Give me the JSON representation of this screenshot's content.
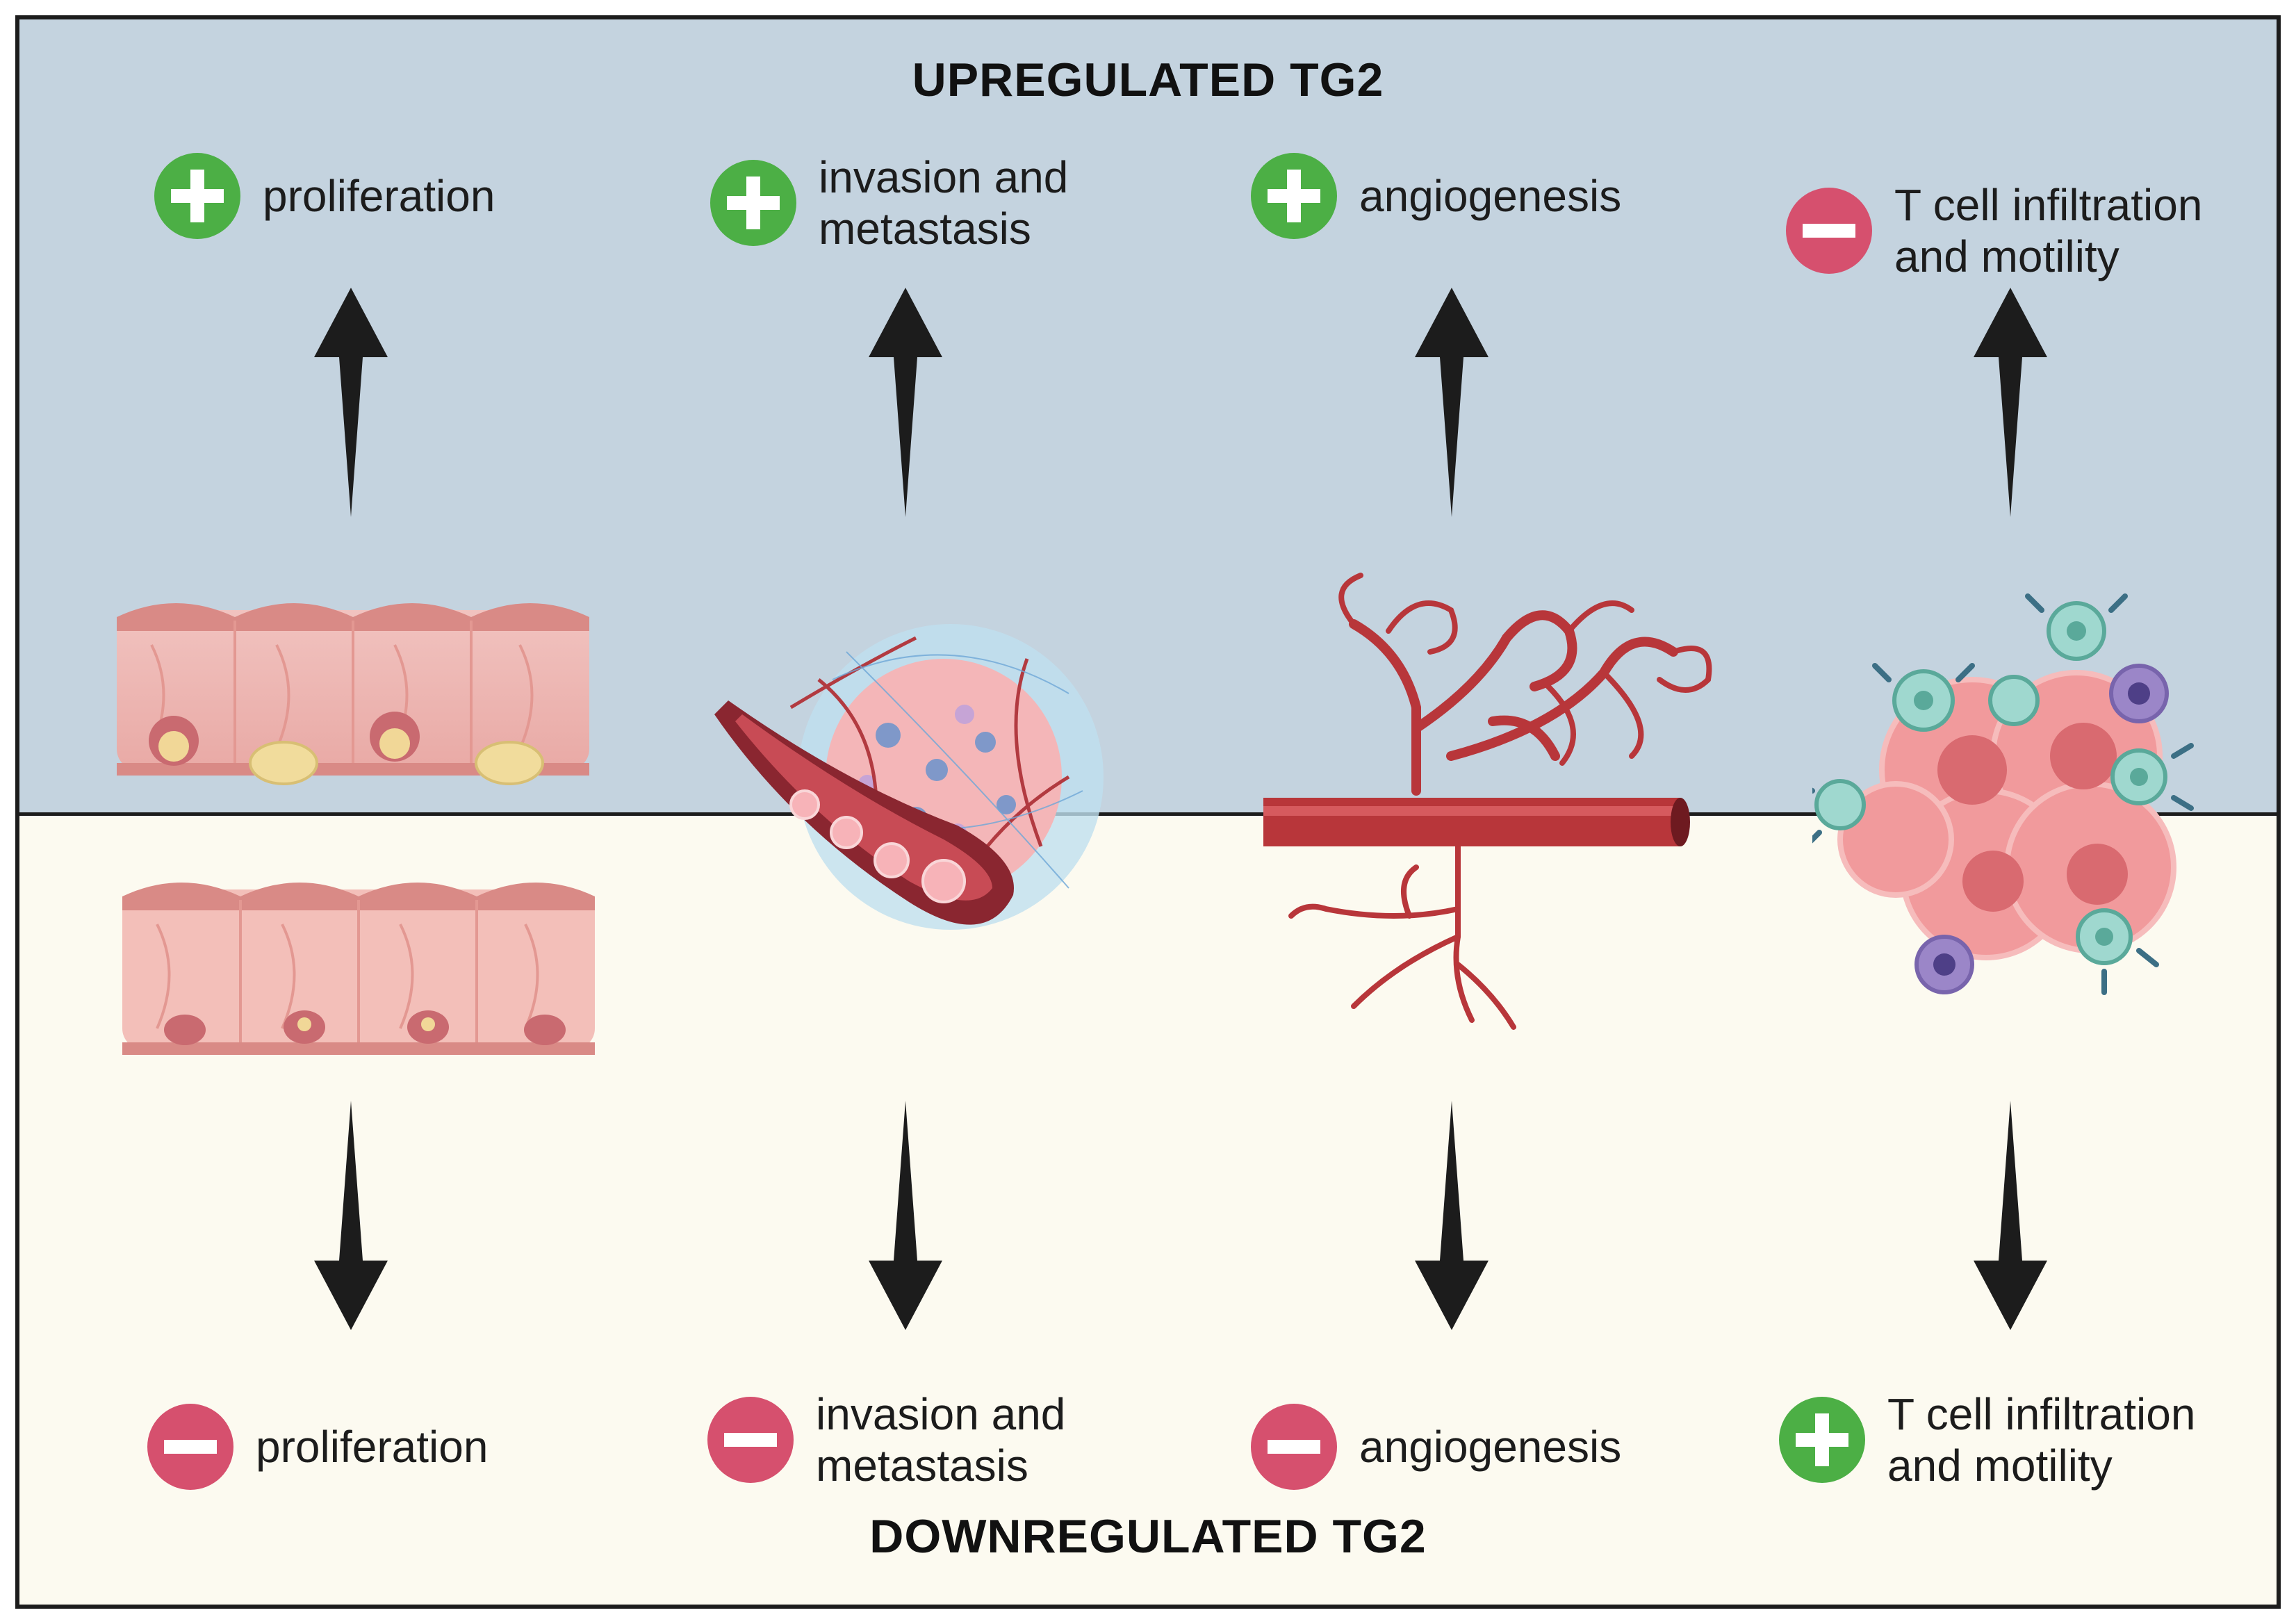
{
  "upper": {
    "title": "UPREGULATED TG2",
    "effects": [
      {
        "sign": "plus",
        "lines": [
          "proliferation"
        ]
      },
      {
        "sign": "plus",
        "lines": [
          "invasion and",
          "metastasis"
        ]
      },
      {
        "sign": "plus",
        "lines": [
          "angiogenesis"
        ]
      },
      {
        "sign": "minus",
        "lines": [
          "T cell infiltration",
          "and motility"
        ]
      }
    ]
  },
  "lower": {
    "title": "DOWNREGULATED TG2",
    "effects": [
      {
        "sign": "minus",
        "lines": [
          "proliferation"
        ]
      },
      {
        "sign": "minus",
        "lines": [
          "invasion and",
          "metastasis"
        ]
      },
      {
        "sign": "minus",
        "lines": [
          "angiogenesis"
        ]
      },
      {
        "sign": "plus",
        "lines": [
          "T cell infiltration",
          "and motility"
        ]
      }
    ]
  },
  "colors": {
    "upper_background": "#c4d3df",
    "lower_background": "#fcfaf0",
    "plus": "#4caf45",
    "minus": "#d6506e",
    "arrow": "#1c1c1c",
    "tissue": "#f3b5b0",
    "vessel": "#b8363a"
  },
  "icons": {
    "plus": "plus-circle-icon",
    "minus": "minus-circle-icon",
    "arrow_up": "arrow-up-icon",
    "arrow_down": "arrow-down-icon"
  }
}
